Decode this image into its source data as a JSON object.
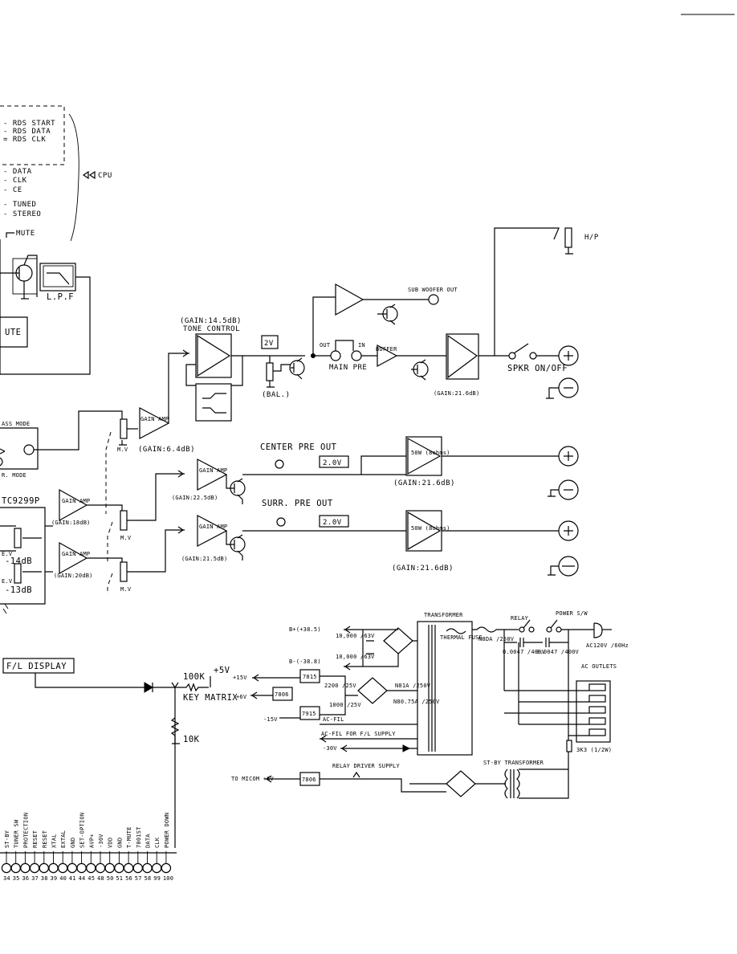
{
  "cpu_signals": {
    "rds_start": "- RDS START",
    "rds_data": "- RDS DATA",
    "rds_clk": "= RDS CLK",
    "data": "- DATA",
    "clk": "- CLK",
    "ce": "- CE",
    "tuned": "- TUNED",
    "stereo": "- STEREO",
    "cpu": "CPU",
    "mute": "MUTE"
  },
  "front_stage": {
    "lpf": "L.P.F",
    "ute": "UTE",
    "bass_mode": "ASS MODE",
    "r_mode": "R. MODE",
    "ic": "TC9299P",
    "ev1": "E.V",
    "ev1_value": "-14dB",
    "ev2": "E.V",
    "ev2_value": "-13dB"
  },
  "tone": {
    "gain": "(GAIN:14.5dB)",
    "label": "TONE CONTROL",
    "voltage": "2V",
    "balance": "(BAL.)",
    "gain_amp": "GAIN AMP",
    "mv": "M.V",
    "gain_amp_value": "(GAIN:6.4dB)"
  },
  "main": {
    "sub_woofer_out": "SUB WOOFER OUT",
    "out": "OUT",
    "in": "IN",
    "buffer": "BUFFER",
    "main_pre": "MAIN PRE",
    "power_gain": "(GAIN:21.6dB)",
    "speaker_switch": "SPKR ON/OFF",
    "headphone": "H/P"
  },
  "center": {
    "pre_out": "CENTER PRE OUT",
    "voltage": "2.0V",
    "amp": "50W (8ohms)",
    "gain": "(GAIN:21.6dB)",
    "gain_amp": "GAIN AMP",
    "gain_amp_value": "(GAIN:22.5dB)",
    "front_amp": "GAIN AMP",
    "front_amp_value": "(GAIN:18dB)",
    "mv": "M.V"
  },
  "surround": {
    "pre_out": "SURR. PRE OUT",
    "voltage": "2.0V",
    "amp": "50W (8ohms)",
    "gain": "(GAIN:21.6dB)",
    "gain_amp": "GAIN AMP",
    "gain_amp_value": "(GAIN:21.5dB)",
    "front_amp": "GAIN AMP",
    "front_amp_value": "(GAIN:20dB)",
    "mv": "M.V"
  },
  "power_supply": {
    "transformer": "TRANSFORMER",
    "thermal_fuse": "THERMAL FUSE",
    "relay": "RELAY",
    "power_sw": "POWER S/W",
    "b_plus": "B+(+38.5)",
    "b_minus": "B-(-38.8)",
    "cap1": "10,000 /63V",
    "cap2": "10,000 /63V",
    "fuse_main": "N8DA /250V",
    "cap3": "0.0047 /400V",
    "cap4": "0.0047 /400V",
    "ac_in": "AC120V /60Hz",
    "ac_outlets": "AC OUTLETS",
    "p15v": "+15V",
    "p6v": "+6V",
    "m15v": "-15V",
    "reg7815": "7815",
    "reg7806": "7806",
    "reg7915": "7915",
    "cap5": "2200 /25V",
    "cap6": "1000 /25V",
    "fuse2": "N81A /250V",
    "fuse3": "N80.75A /250V",
    "ac_fil": "AC-FIL",
    "ac_fil_supply": "AC-FIL FOR F/L SUPPLY",
    "m30v": "-30V",
    "res_3k3": "3K3 (1/2W)",
    "standby_transformer": "ST-BY TRANSFORMER",
    "relay_driver": "RELAY DRIVER SUPPLY",
    "to_micom": "TO MICOM +6V",
    "reg7806b": "7806"
  },
  "display": {
    "fl_display": "F/L DISPLAY",
    "p5v": "+5V",
    "res_100k": "100K",
    "key_matrix": "KEY MATRIX",
    "res_10k": "10K"
  },
  "pins": {
    "labels": [
      "ST-BY",
      "TUNER SW",
      "PROTECTION",
      "RESET",
      "RESET",
      "XTAL",
      "EXTAL",
      "GND",
      "SET-OPTION",
      "AVP+",
      "-30V",
      "VDD",
      "GND",
      "T-MUTE",
      "7001ST",
      "DATA",
      "CLK",
      "POWER DOWN"
    ],
    "numbers": [
      "34",
      "35",
      "36",
      "37",
      "38",
      "39",
      "40",
      "41",
      "44",
      "45",
      "48",
      "50",
      "51",
      "56",
      "57",
      "58",
      "99",
      "100"
    ]
  }
}
